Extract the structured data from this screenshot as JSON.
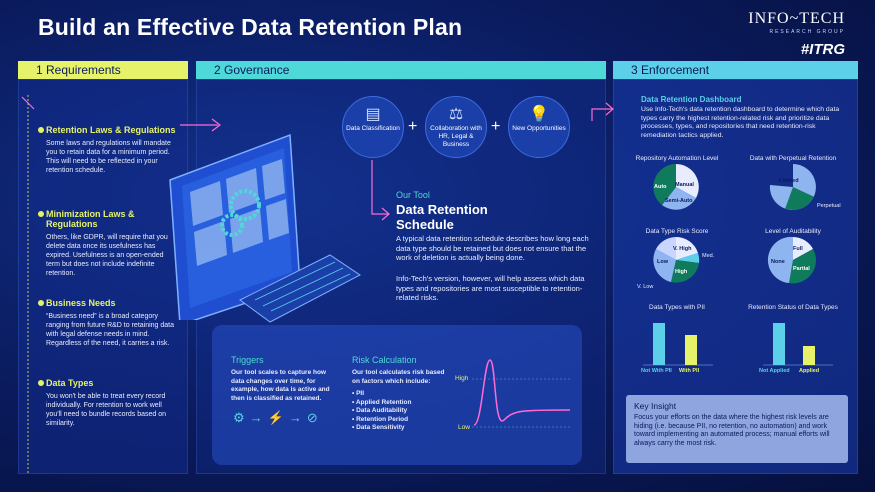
{
  "page": {
    "title": "Build an Effective Data Retention Plan",
    "logo_top": "INFO~TECH",
    "logo_sub": "RESEARCH GROUP",
    "logo_itrg": "#ITRG"
  },
  "tabs": {
    "t1": "1  Requirements",
    "t2": "2  Governance",
    "t3": "3  Enforcement"
  },
  "requirements": [
    {
      "heading": "Retention Laws & Regulations",
      "text": "Some laws and regulations will mandate you to retain data for a minimum period. This will need to be reflected in your retention schedule."
    },
    {
      "heading": "Minimization Laws & Regulations",
      "text": "Others, like GDPR, will require that you delete data once its usefulness has expired. Usefulness is an open-ended term but does not include indefinite retention."
    },
    {
      "heading": "Business Needs",
      "text": "“Business need” is a broad category ranging from future R&D to retaining data with legal defense needs in mind. Regardless of the need, it carries a risk."
    },
    {
      "heading": "Data Types",
      "text": "You won't be able to treat every record individually. For retention to work well you'll need to bundle records based on similarity."
    }
  ],
  "governance": {
    "circles": [
      "Data Classification",
      "Collaboration with HR, Legal & Business",
      "New Opportunities"
    ],
    "tool_label": "Our Tool",
    "tool_name": "Data Retention Schedule",
    "tool_p1": "A typical data retention schedule describes how long each data type should be retained but does not ensure that the work of deletion is actually being done.",
    "tool_p2": "Info-Tech's version, however, will help assess which data types and repositories are most susceptible to retention-related risks.",
    "triggers_h": "Triggers",
    "triggers_t": "Our tool scales to capture how data changes over time, for example, how data is active and then is classified as retained.",
    "risk_h": "Risk Calculation",
    "risk_t": "Our tool calculates risk based on factors which include:",
    "risk_items": [
      "PII",
      "Applied Retention",
      "Data Auditability",
      "Retention Period",
      "Data Sensitivity"
    ],
    "risk_high": "High",
    "risk_low": "Low"
  },
  "enforcement": {
    "dash_h": "Data Retention Dashboard",
    "dash_t": "Use Info-Tech's data retention dashboard to determine which data types carry the highest retention-related risk and prioritize data processes, types, and repositories that need retention-risk remediation tactics applied.",
    "charts": {
      "c1": "Repository Automation Level",
      "c2": "Data with Perpetual Retention",
      "c3": "Data Type Risk Score",
      "c4": "Level of Auditability",
      "c5": "Data Types with PII",
      "c6": "Retention Status of Data Types"
    },
    "pie_labels": {
      "auto": "Auto",
      "manual": "Manual",
      "semi": "Semi-Auto",
      "limited": "Limited",
      "perpetual": "Perpetual",
      "vhigh": "V. High",
      "med": "Med.",
      "low": "Low",
      "high": "High",
      "vlow": "V. Low",
      "full": "Full",
      "none": "None",
      "partial": "Partial"
    },
    "bars1": {
      "a": "Not With PII",
      "b": "With PII"
    },
    "bars2": {
      "a": "Not Applied",
      "b": "Applied"
    },
    "insight_h": "Key Insight",
    "insight_t": "Focus your efforts on the data where the highest risk levels are hiding (i.e. because PII, no retention, no automation) and work toward implementing an automated process; manual efforts will always carry the most risk."
  },
  "colors": {
    "yellow": "#e6f36a",
    "teal": "#4fd8d8",
    "blue": "#5bd0e8",
    "navy": "#0a1a5c",
    "green": "#0f7a5c",
    "light": "#8fb5f0"
  },
  "chart_data": [
    {
      "type": "pie",
      "title": "Repository Automation Level",
      "labels": [
        "Auto",
        "Manual",
        "Semi-Auto"
      ],
      "values": [
        35,
        40,
        25
      ]
    },
    {
      "type": "pie",
      "title": "Data with Perpetual Retention",
      "labels": [
        "Limited",
        "Perpetual"
      ],
      "values": [
        78,
        22
      ]
    },
    {
      "type": "pie",
      "title": "Data Type Risk Score",
      "labels": [
        "V. High",
        "Med.",
        "High",
        "Low",
        "V. Low"
      ],
      "values": [
        18,
        8,
        30,
        32,
        12
      ]
    },
    {
      "type": "pie",
      "title": "Level of Auditability",
      "labels": [
        "Full",
        "Partial",
        "None"
      ],
      "values": [
        20,
        35,
        45
      ]
    },
    {
      "type": "bar",
      "title": "Data Types with PII",
      "categories": [
        "Not With PII",
        "With PII"
      ],
      "values": [
        100,
        70
      ]
    },
    {
      "type": "bar",
      "title": "Retention Status of Data Types",
      "categories": [
        "Not Applied",
        "Applied"
      ],
      "values": [
        100,
        45
      ]
    }
  ]
}
